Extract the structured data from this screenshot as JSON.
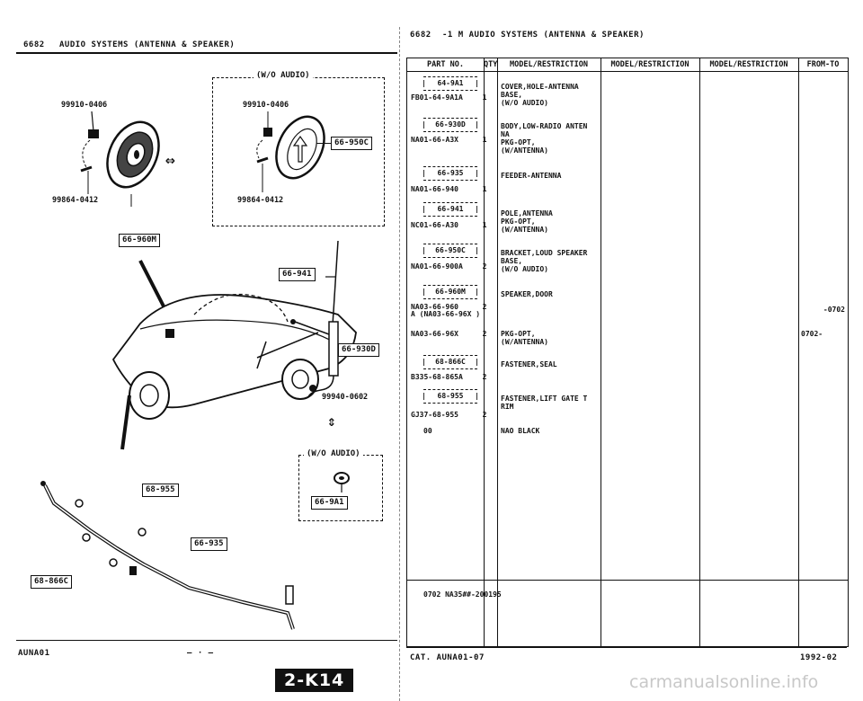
{
  "left_page": {
    "header_code": "6682",
    "header_title": "AUDIO SYSTEMS (ANTENNA & SPEAKER)",
    "variant_title": "(W/O AUDIO)",
    "variant_title_2": "(W/O AUDIO)",
    "speaker_left": {
      "bolt_top": "99910-0406",
      "bolt_bottom": "99864-0412"
    },
    "speaker_right": {
      "bolt_top": "99910-0406",
      "bolt_bottom": "99864-0412"
    },
    "callouts": {
      "speaker_door": "66-960M",
      "bracket": "66-950C",
      "pole_antenna": "66-941",
      "body_antenna": "66-930D",
      "screw": "99940-0602",
      "cover": "66-9A1",
      "fastener_trim": "68-955",
      "feeder": "66-935",
      "fastener_seal": "68-866C"
    },
    "footer_left": "AUNA01",
    "footer_mark": "2-K14"
  },
  "right_page": {
    "header_code": "6682",
    "header_title": "-1 M  AUDIO SYSTEMS (ANTENNA & SPEAKER)",
    "columns": [
      "PART NO.",
      "QTY",
      "MODEL/RESTRICTION",
      "MODEL/RESTRICTION",
      "MODEL/RESTRICTION",
      "FROM-TO"
    ],
    "rows": [
      {
        "ref": "64-9A1",
        "part": "FB01-64-9A1A",
        "qty": "1",
        "desc": "COVER,HOLE-ANTENNA\nBASE,\n(W/O AUDIO)"
      },
      {
        "ref": "66-930D",
        "part": "NA01-66-A3X",
        "qty": "1",
        "desc": "BODY,LOW-RADIO ANTEN\nNA\nPKG-OPT,\n(W/ANTENNA)"
      },
      {
        "ref": "66-935",
        "part": "NA01-66-940",
        "qty": "1",
        "desc": "FEEDER-ANTENNA"
      },
      {
        "ref": "66-941",
        "part": "NC01-66-A30",
        "qty": "1",
        "desc": "POLE,ANTENNA\nPKG-OPT,\n(W/ANTENNA)"
      },
      {
        "ref": "66-950C",
        "part": "NA01-66-900A",
        "qty": "2",
        "desc": "BRACKET,LOUD SPEAKER\nBASE,\n(W/O AUDIO)"
      },
      {
        "ref": "66-960M",
        "part": "NA03-66-960",
        "qty": "2",
        "desc": "SPEAKER,DOOR",
        "alt": "A (NA03-66-96X )",
        "from_to": "-0702"
      },
      {
        "ref": "",
        "part": "NA03-66-96X",
        "qty": "2",
        "desc": "PKG-OPT,\n(W/ANTENNA)",
        "from_to": "0702-"
      },
      {
        "ref": "68-866C",
        "part": "B335-68-865A",
        "qty": "2",
        "desc": "FASTENER,SEAL"
      },
      {
        "ref": "68-955",
        "part": "GJ37-68-955",
        "qty": "2",
        "desc": "FASTENER,LIFT GATE T\nRIM"
      },
      {
        "ref": "",
        "part": "00",
        "qty": "",
        "desc": "NAO BLACK"
      }
    ],
    "note": "0702 NA35##-200195",
    "footer_left": "CAT. AUNA01-07",
    "footer_right": "1992-02"
  },
  "watermark": "carmanualsonline.info"
}
